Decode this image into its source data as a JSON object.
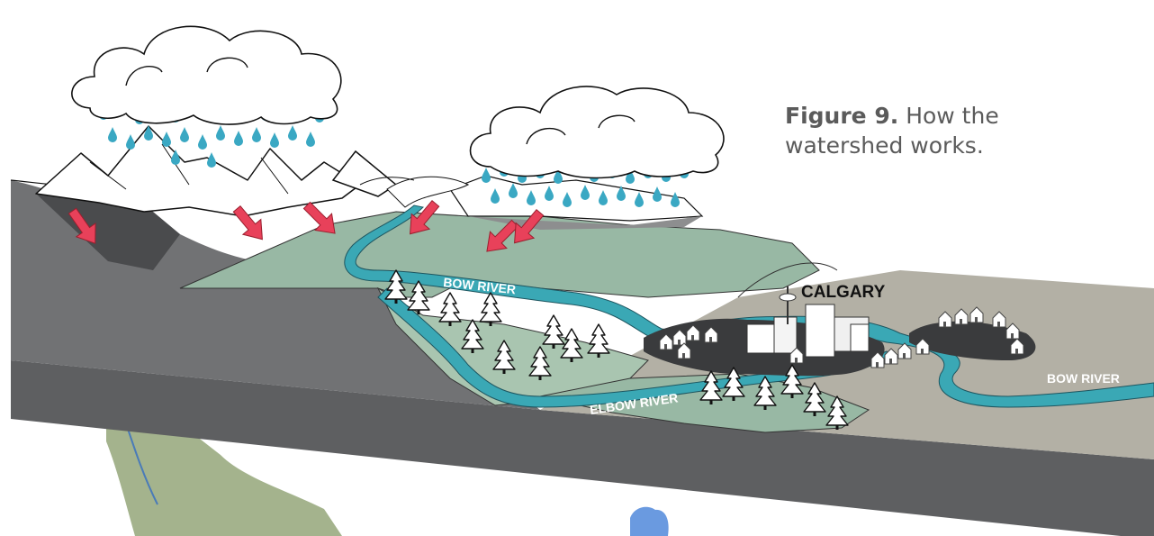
{
  "caption": {
    "figure_label": "Figure 9.",
    "text": "How the watershed works."
  },
  "labels": {
    "bow_river_upper": "BOW RIVER",
    "bow_river_lower": "BOW RIVER",
    "elbow_river": "ELBOW RIVER",
    "city": "CALGARY"
  },
  "colors": {
    "terrain_dark": "#5e5f61",
    "terrain_mid": "#8d8e8f",
    "plain": "#b3b0a5",
    "forest_green": "#98b8a4",
    "river": "#3aa8b5",
    "runoff_arrow": "#e8415a",
    "rain": "#3aa8c3"
  }
}
